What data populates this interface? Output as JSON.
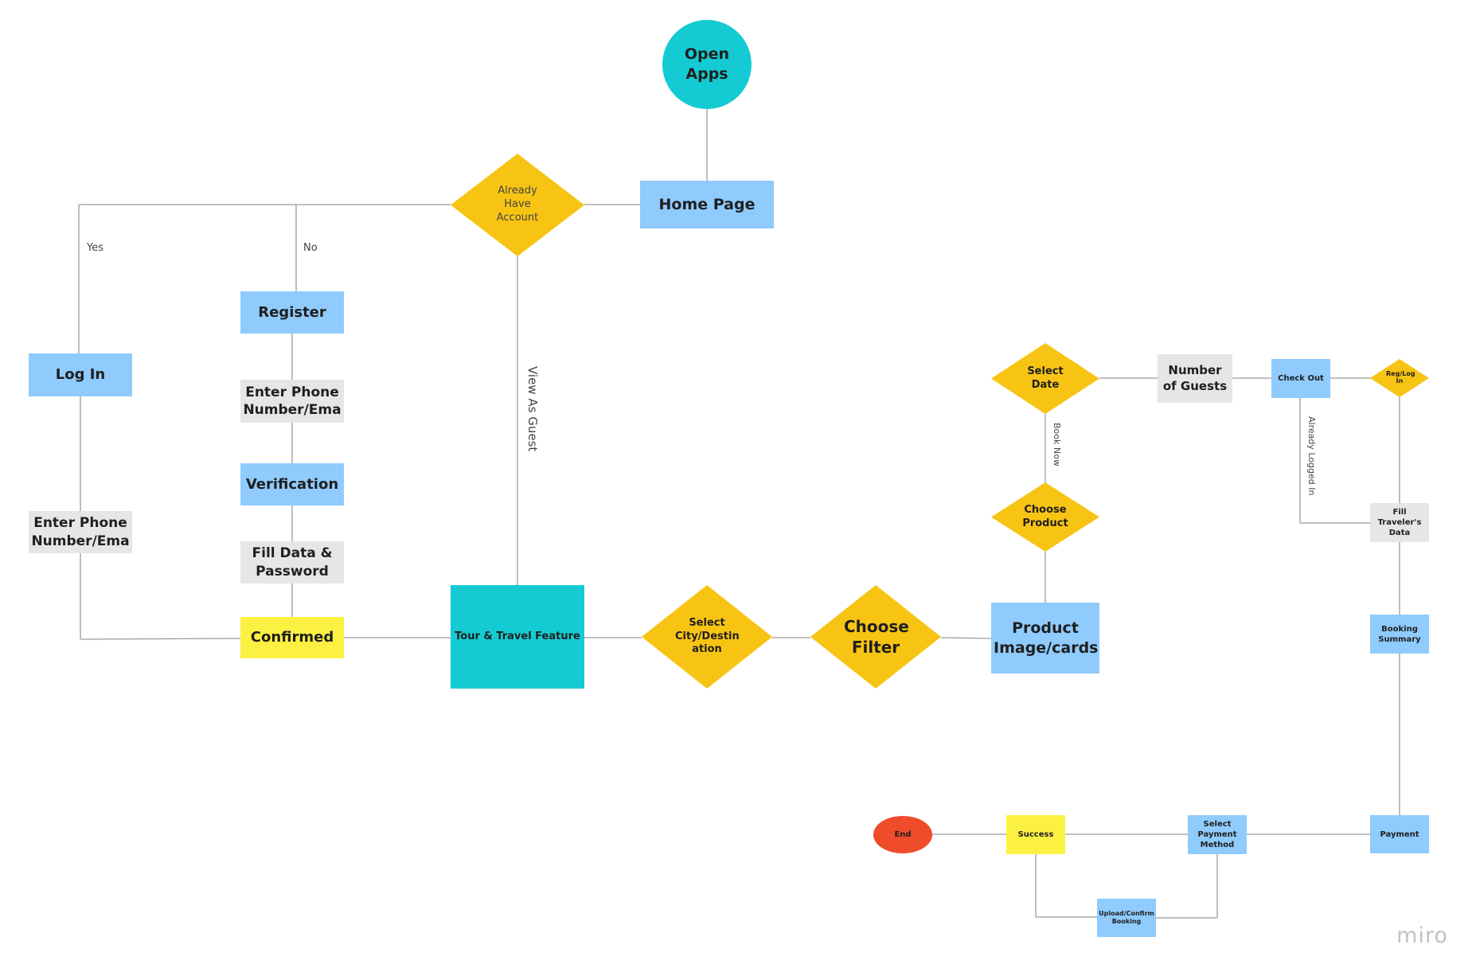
{
  "nodes": {
    "open_apps": "Open Apps",
    "home_page": "Home Page",
    "already_have_account": "Already Have Account",
    "register": "Register",
    "log_in": "Log In",
    "enter_phone_register": "Enter Phone Number/Ema",
    "verification": "Verification",
    "fill_data_password": "Fill Data & Password",
    "confirmed": "Confirmed",
    "enter_phone_login": "Enter Phone Number/Ema",
    "tour_travel_feature": "Tour & Travel Feature",
    "select_city": "Select City/Destin ation",
    "choose_filter": "Choose Filter",
    "product_image_cards": "Product Image/cards",
    "choose_product": "Choose Product",
    "select_date": "Select Date",
    "number_of_guests": "Number of Guests",
    "check_out": "Check Out",
    "reg_log_in": "Reg/Log In",
    "fill_travelers_data": "Fill Traveler's Data",
    "booking_summary": "Booking Summary",
    "payment": "Payment",
    "select_payment_method": "Select Payment Method",
    "success": "Success",
    "end": "End",
    "upload_confirm_booking": "Upload/Confirm Booking"
  },
  "edge_labels": {
    "yes": "Yes",
    "no": "No",
    "view_as_guest": "View As Guest",
    "book_now": "Book Now",
    "already_logged_in": "Already Logged In"
  },
  "brand": "miro",
  "colors": {
    "blue": "#8fcbfd",
    "teal": "#14cbd3",
    "gray": "#e6e6e6",
    "yellow": "#fcf143",
    "orange": "#f8c414",
    "red": "#f04b2b",
    "connector": "#9a9a9a"
  }
}
